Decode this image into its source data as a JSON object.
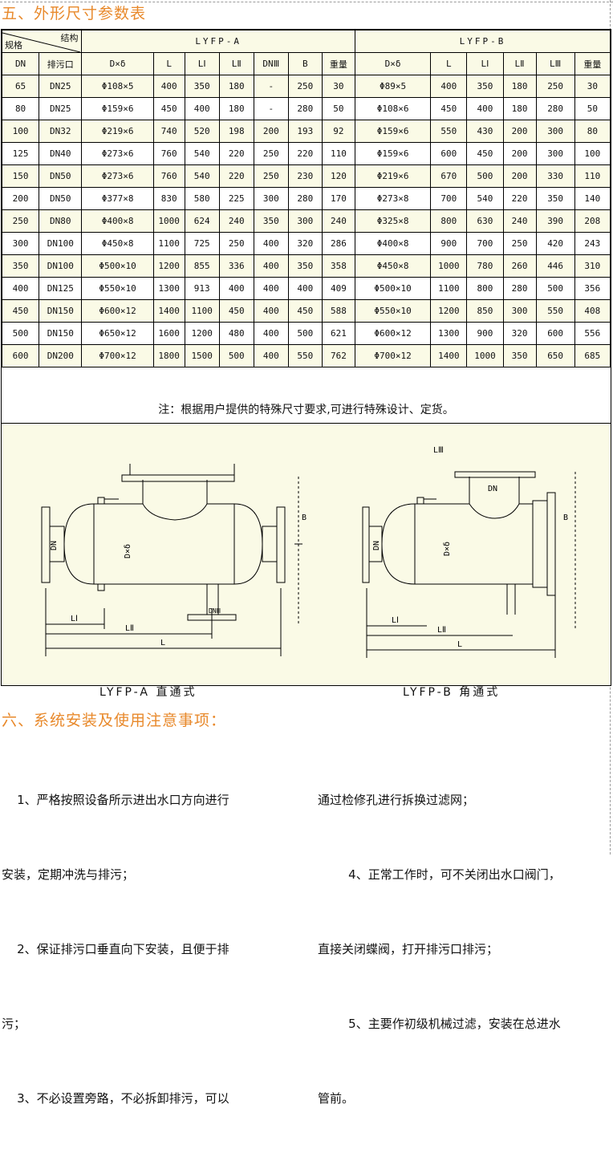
{
  "section5_title": "五、外形尺寸参数表",
  "section6_title": "六、系统安装及使用注意事项：",
  "header": {
    "corner_top": "结构",
    "corner_bottom": "规格",
    "group_a": "LYFP-A",
    "group_b": "LYFP-B",
    "cols": [
      "DN",
      "排污口",
      "D×δ",
      "L",
      "LⅠ",
      "LⅡ",
      "DNⅢ",
      "B",
      "重量",
      "D×δ",
      "L",
      "LⅠ",
      "LⅡ",
      "LⅢ",
      "重量"
    ]
  },
  "rows": [
    [
      "65",
      "DN25",
      "Φ108×5",
      "400",
      "350",
      "180",
      "-",
      "250",
      "30",
      "Φ89×5",
      "400",
      "350",
      "180",
      "250",
      "30"
    ],
    [
      "80",
      "DN25",
      "Φ159×6",
      "450",
      "400",
      "180",
      "-",
      "280",
      "50",
      "Φ108×6",
      "450",
      "400",
      "180",
      "280",
      "50"
    ],
    [
      "100",
      "DN32",
      "Φ219×6",
      "740",
      "520",
      "198",
      "200",
      "193",
      "92",
      "Φ159×6",
      "550",
      "430",
      "200",
      "300",
      "80"
    ],
    [
      "125",
      "DN40",
      "Φ273×6",
      "760",
      "540",
      "220",
      "250",
      "220",
      "110",
      "Φ159×6",
      "600",
      "450",
      "200",
      "300",
      "100"
    ],
    [
      "150",
      "DN50",
      "Φ273×6",
      "760",
      "540",
      "220",
      "250",
      "230",
      "120",
      "Φ219×6",
      "670",
      "500",
      "200",
      "330",
      "110"
    ],
    [
      "200",
      "DN50",
      "Φ377×8",
      "830",
      "580",
      "225",
      "300",
      "280",
      "170",
      "Φ273×8",
      "700",
      "540",
      "220",
      "350",
      "140"
    ],
    [
      "250",
      "DN80",
      "Φ400×8",
      "1000",
      "624",
      "240",
      "350",
      "300",
      "240",
      "Φ325×8",
      "800",
      "630",
      "240",
      "390",
      "208"
    ],
    [
      "300",
      "DN100",
      "Φ450×8",
      "1100",
      "725",
      "250",
      "400",
      "320",
      "286",
      "Φ400×8",
      "900",
      "700",
      "250",
      "420",
      "243"
    ],
    [
      "350",
      "DN100",
      "Φ500×10",
      "1200",
      "855",
      "336",
      "400",
      "350",
      "358",
      "Φ450×8",
      "1000",
      "780",
      "260",
      "446",
      "310"
    ],
    [
      "400",
      "DN125",
      "Φ550×10",
      "1300",
      "913",
      "400",
      "400",
      "400",
      "409",
      "Φ500×10",
      "1100",
      "800",
      "280",
      "500",
      "356"
    ],
    [
      "450",
      "DN150",
      "Φ600×12",
      "1400",
      "1100",
      "450",
      "400",
      "450",
      "588",
      "Φ550×10",
      "1200",
      "850",
      "300",
      "550",
      "408"
    ],
    [
      "500",
      "DN150",
      "Φ650×12",
      "1600",
      "1200",
      "480",
      "400",
      "500",
      "621",
      "Φ600×12",
      "1300",
      "900",
      "320",
      "600",
      "556"
    ],
    [
      "600",
      "DN200",
      "Φ700×12",
      "1800",
      "1500",
      "500",
      "400",
      "550",
      "762",
      "Φ700×12",
      "1400",
      "1000",
      "350",
      "650",
      "685"
    ]
  ],
  "note": "注：根据用户提供的特殊尺寸要求,可进行特殊设计、定货。",
  "drawing_a": {
    "caption": "LYFP-A 直通式",
    "labels": {
      "dn": "DN",
      "dd": "D×δ",
      "l1": "LⅠ",
      "l2": "LⅡ",
      "l": "L",
      "b": "B",
      "dn3": "DNⅢ"
    }
  },
  "drawing_b": {
    "caption": "LYFP-B 角通式",
    "labels": {
      "dn": "DN",
      "dd": "D×δ",
      "l1": "LⅠ",
      "l2": "LⅡ",
      "l3": "LⅢ",
      "l": "L",
      "b": "B"
    }
  },
  "notes_left": [
    "    1、严格按照设备所示进出水口方向进行",
    "安装，定期冲洗与排污；",
    "    2、保证排污口垂直向下安装，且便于排",
    "污；",
    "    3、不必设置旁路，不必拆卸排污，可以"
  ],
  "notes_right": [
    "通过检修孔进行拆换过滤网；",
    "        4、正常工作时，可不关闭出水口阀门，",
    "直接关闭蝶阀，打开排污口排污；",
    "        5、主要作初级机械过滤，安装在总进水",
    "管前。"
  ],
  "colors": {
    "heading": "#e8892b",
    "table_band": "#fafae6",
    "line": "#000000"
  }
}
